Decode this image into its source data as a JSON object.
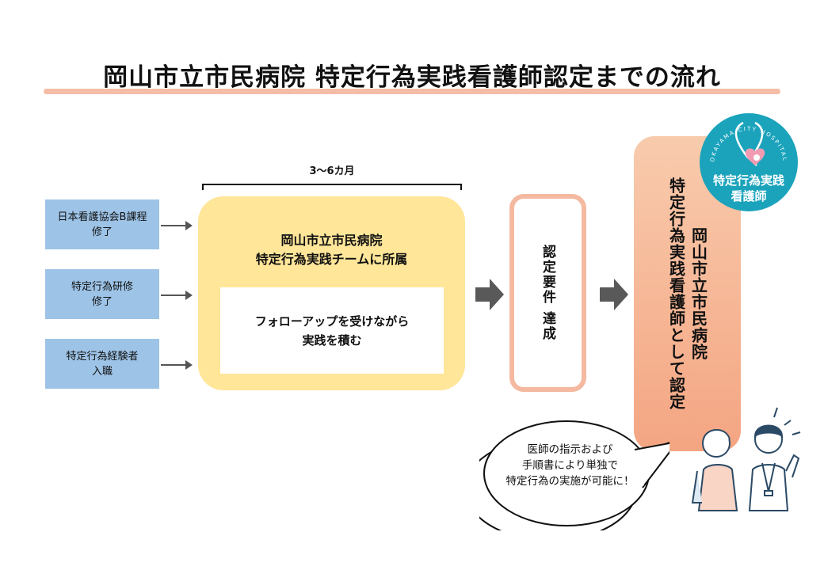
{
  "title": "岡山市立市民病院 特定行為実践看護師認定までの流れ",
  "entry_routes": [
    {
      "line1": "日本看護協会B課程",
      "line2": "修了"
    },
    {
      "line1": "特定行為研修",
      "line2": "修了"
    },
    {
      "line1": "特定行為経験者",
      "line2": "入職"
    }
  ],
  "period": "3〜6カ月",
  "team": {
    "line1": "岡山市立市民病院",
    "line2": "特定行為実践チームに所属"
  },
  "followup": {
    "line1": "フォローアップを受けながら",
    "line2": "実践を積む"
  },
  "requirement": "認定要件 達成",
  "certification": {
    "line1": "岡山市立市民病院",
    "line2": "特定行為実践看護師として認定"
  },
  "logo": {
    "arc_text": "OKAYAMA CITY HOSPITAL",
    "line1": "特定行為実践",
    "line2": "看護師"
  },
  "speech": {
    "line1": "医師の指示および",
    "line2": "手順書により単独で",
    "line3": "特定行為の実施が可能に！"
  },
  "colors": {
    "blue": "#9dc3e6",
    "yellow": "#ffe699",
    "pink_border": "#f4b9a0",
    "orange": "#f4a582",
    "logo": "#1ba3bc"
  }
}
